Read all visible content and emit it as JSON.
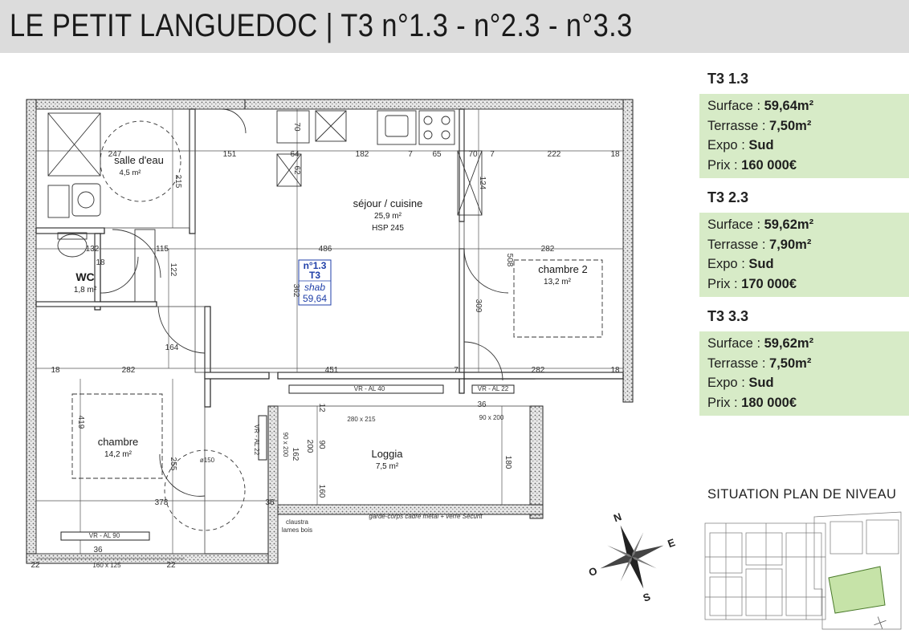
{
  "title": "LE PETIT LANGUEDOC | T3 n°1.3 - n°2.3 - n°3.3",
  "units": [
    {
      "name": "T3 1.3",
      "surface_label": "Surface : ",
      "surface": "59,64m²",
      "terrasse_label": "Terrasse : ",
      "terrasse": "7,50m²",
      "expo_label": "Expo : ",
      "expo": "Sud",
      "prix_label": "Prix : ",
      "prix": "160 000€"
    },
    {
      "name": "T3 2.3",
      "surface_label": "Surface : ",
      "surface": "59,62m²",
      "terrasse_label": "Terrasse : ",
      "terrasse": "7,90m²",
      "expo_label": "Expo : ",
      "expo": "Sud",
      "prix_label": "Prix : ",
      "prix": "170 000€"
    },
    {
      "name": "T3 3.3",
      "surface_label": "Surface : ",
      "surface": "59,62m²",
      "terrasse_label": "Terrasse : ",
      "terrasse": "7,50m²",
      "expo_label": "Expo : ",
      "expo": "Sud",
      "prix_label": "Prix : ",
      "prix": "180 000€"
    }
  ],
  "situation_title": "SITUATION PLAN DE NIVEAU",
  "rooms": {
    "salle_deau": {
      "name": "salle d'eau",
      "area": "4,5 m²"
    },
    "sejour": {
      "name": "séjour / cuisine",
      "area": "25,9 m²",
      "hsp": "HSP 245"
    },
    "wc": {
      "name": "WC",
      "area": "1,8 m²"
    },
    "chambre2": {
      "name": "chambre 2",
      "area": "13,2 m²"
    },
    "chambre": {
      "name": "chambre",
      "area": "14,2 m²"
    },
    "loggia": {
      "name": "Loggia",
      "area": "7,5 m²"
    }
  },
  "unit_tag": {
    "num": "n°1.3",
    "type": "T3",
    "label": "shab",
    "value": "59,64"
  },
  "dimensions": {
    "d247": "247",
    "d151": "151",
    "d64": "64",
    "d182": "182",
    "d7a": "7",
    "d65": "65",
    "d70a": "70",
    "d7b": "7",
    "d222": "222",
    "d18a": "18",
    "d70b": "70",
    "d62": "62",
    "d124": "124",
    "d215": "215",
    "d132": "132",
    "d18b": "18",
    "d115": "115",
    "d486": "486",
    "d282a": "282",
    "d122": "122",
    "d508": "508",
    "d362": "362",
    "d309": "309",
    "d164": "164",
    "d18c": "18",
    "d282b": "282",
    "d451": "451",
    "d7c": "7",
    "d282c": "282",
    "d18d": "18",
    "d419": "419",
    "d255": "255",
    "d378": "378",
    "d36a": "36",
    "d36b": "36",
    "d36c": "36",
    "d22a": "22",
    "d22b": "22",
    "d200": "200",
    "d162": "162",
    "d90a": "90",
    "d160": "160",
    "d180": "180",
    "d12": "12",
    "w280": "280 x 215",
    "w90a": "90 x 200",
    "w90b": "90 x 200",
    "w160": "160 x 125",
    "dphi": "ø150"
  },
  "labels": {
    "vr1": "VR - AL 40",
    "vr2": "VR - AL 22",
    "vr3": "VR - AL 22",
    "vr4": "VR - AL 90",
    "garde": "garde-corps cadre métal + verre Securit",
    "claustra": "claustra",
    "lames": "lames bois"
  },
  "compass": {
    "n": "N",
    "e": "E",
    "s": "S",
    "o": "O"
  },
  "colors": {
    "title_bg": "#dcdcdc",
    "info_bg": "#d7ebc7",
    "highlight": "#c6e3a8",
    "tag_blue": "#1f3fa8"
  }
}
